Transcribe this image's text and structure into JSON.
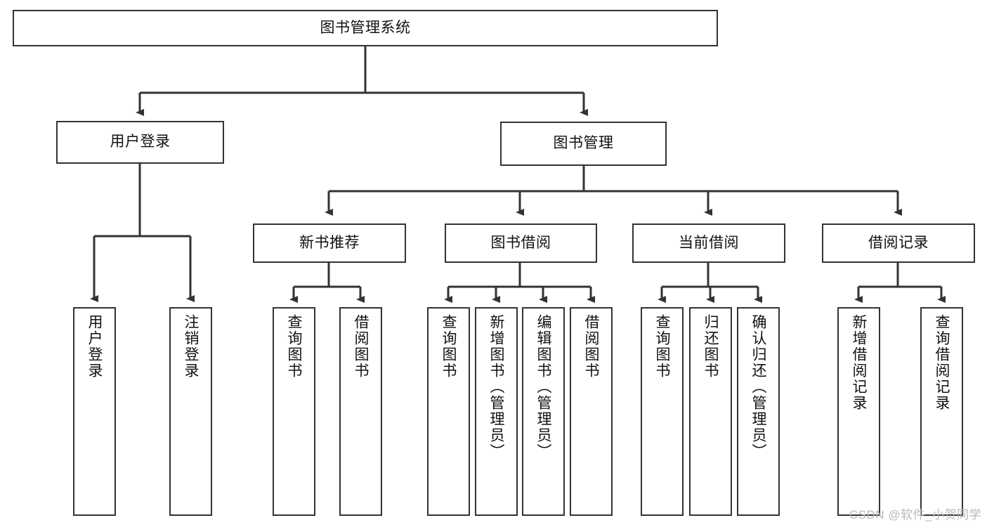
{
  "diagram": {
    "type": "tree",
    "title": "图书管理系统",
    "watermark": "CSDN @软件_小贺同学",
    "colors": {
      "box_border": "#333333",
      "box_fill": "#ffffff",
      "connector": "#333333",
      "text": "#111111",
      "watermark": "#b9b9b9"
    },
    "nodes": {
      "root": {
        "label": "图书管理系统"
      },
      "level2": [
        {
          "id": "user-login",
          "label": "用户登录"
        },
        {
          "id": "book-manage",
          "label": "图书管理"
        }
      ],
      "level3": [
        {
          "id": "new-book-recommend",
          "label": "新书推荐"
        },
        {
          "id": "book-borrow",
          "label": "图书借阅"
        },
        {
          "id": "current-borrow",
          "label": "当前借阅"
        },
        {
          "id": "borrow-record",
          "label": "借阅记录"
        }
      ],
      "leaves": {
        "user_login": [
          {
            "id": "leaf-user-login",
            "label": "用户登录"
          },
          {
            "id": "leaf-logout-login",
            "label": "注销登录"
          }
        ],
        "new_book_recommend": [
          {
            "id": "leaf-query-book-1",
            "label": "查询图书"
          },
          {
            "id": "leaf-borrow-book-1",
            "label": "借阅图书"
          }
        ],
        "book_borrow": [
          {
            "id": "leaf-query-book-2",
            "label": "查询图书"
          },
          {
            "id": "leaf-add-book",
            "label": "新增图书（管理员）"
          },
          {
            "id": "leaf-edit-book",
            "label": "编辑图书（管理员）"
          },
          {
            "id": "leaf-borrow-book-2",
            "label": "借阅图书"
          }
        ],
        "current_borrow": [
          {
            "id": "leaf-query-book-3",
            "label": "查询图书"
          },
          {
            "id": "leaf-return-book",
            "label": "归还图书"
          },
          {
            "id": "leaf-confirm-return",
            "label": "确认归还（管理员）"
          }
        ],
        "borrow_record": [
          {
            "id": "leaf-add-borrow-record",
            "label": "新增借阅记录"
          },
          {
            "id": "leaf-query-borrow-record",
            "label": "查询借阅记录"
          }
        ]
      }
    }
  }
}
